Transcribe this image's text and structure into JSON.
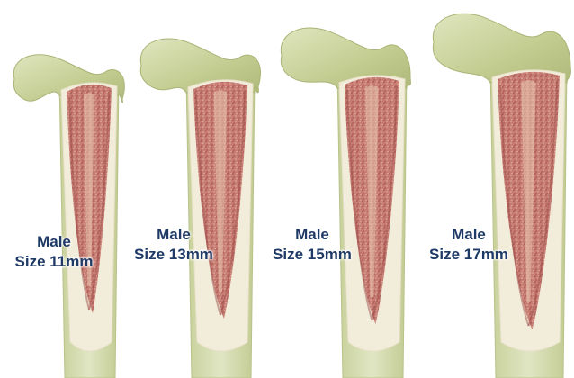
{
  "figure": {
    "colors": {
      "background": "#ffffff",
      "bone_head": "#c9d29a",
      "bone_shaft": "#d7dfb1",
      "cortex": "#f2eddb",
      "canal_outer": "#c1716b",
      "canal_inner": "#d9a69b",
      "canal_stripe": "#e9c8b0",
      "label_text": "#1f3a66"
    },
    "bones": [
      {
        "line1": "Male",
        "line2": "Size 11mm",
        "canal_mm": 11
      },
      {
        "line1": "Male",
        "line2": "Size 13mm",
        "canal_mm": 13
      },
      {
        "line1": "Male",
        "line2": "Size 15mm",
        "canal_mm": 15
      },
      {
        "line1": "Male",
        "line2": "Size 17mm",
        "canal_mm": 17
      }
    ]
  }
}
